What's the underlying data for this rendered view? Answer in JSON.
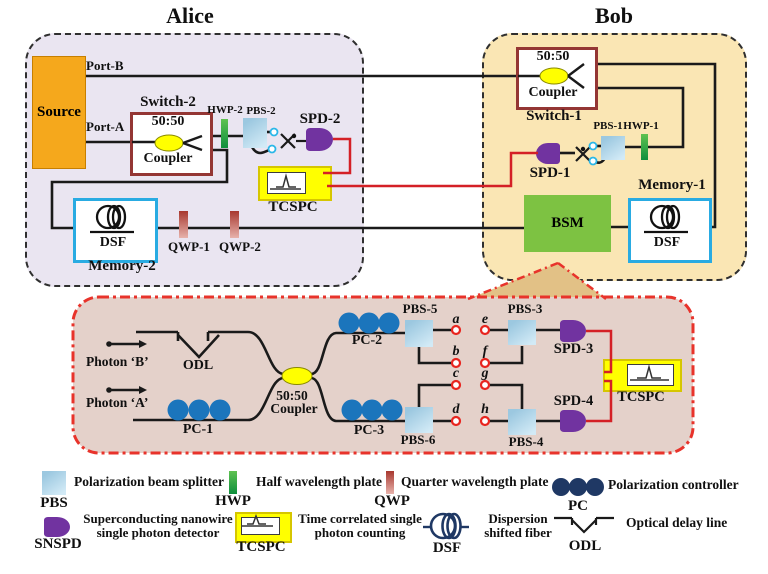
{
  "alice": {
    "title": "Alice",
    "source": "Source",
    "port_b": "Port-B",
    "port_a": "Port-A",
    "switch_label": "Switch-2",
    "coupler_ratio": "50:50",
    "coupler_label": "Coupler",
    "hwp": "HWP-2",
    "pbs": "PBS-2",
    "spd": "SPD-2",
    "tcspc": "TCSPC",
    "dsf": "DSF",
    "memory": "Memory-2",
    "qwp1": "QWP-1",
    "qwp2": "QWP-2"
  },
  "bob": {
    "title": "Bob",
    "switch_label": "Switch-1",
    "coupler_ratio": "50:50",
    "coupler_label": "Coupler",
    "pbs": "PBS-1",
    "hwp": "HWP-1",
    "spd": "SPD-1",
    "bsm": "BSM",
    "memory": "Memory-1",
    "dsf": "DSF"
  },
  "inset": {
    "photon_b": "Photon ‘B’",
    "photon_a": "Photon ‘A’",
    "odl": "ODL",
    "pc1": "PC-1",
    "pc2": "PC-2",
    "pc3": "PC-3",
    "coupler_ratio": "50:50",
    "coupler_label": "Coupler",
    "pbs5": "PBS-5",
    "pbs6": "PBS-6",
    "pbs3": "PBS-3",
    "pbs4": "PBS-4",
    "spd3": "SPD-3",
    "spd4": "SPD-4",
    "tcspc": "TCSPC",
    "ports": {
      "a": "a",
      "b": "b",
      "c": "c",
      "d": "d",
      "e": "e",
      "f": "f",
      "g": "g",
      "h": "h"
    }
  },
  "legend": {
    "items": [
      {
        "abbr": "PBS",
        "desc": "Polarization beam splitter"
      },
      {
        "abbr": "HWP",
        "desc": "Half wavelength plate"
      },
      {
        "abbr": "QWP",
        "desc": "Quarter wavelength plate"
      },
      {
        "abbr": "PC",
        "desc": "Polarization controller"
      },
      {
        "abbr": "SNSPD",
        "desc": "Superconducting nanowire single photon detector"
      },
      {
        "abbr": "TCSPC",
        "desc": "Time correlated single photon counting"
      },
      {
        "abbr": "DSF",
        "desc": "Dispersion shifted fiber"
      },
      {
        "abbr": "ODL",
        "desc": "Optical delay line"
      }
    ]
  },
  "colors": {
    "alice_bg": "#EAE5F1",
    "bob_bg": "#FAE6B4",
    "inset_bg": "#E4D1CA",
    "funnel": "#E2C186",
    "inset_border_red": "#E8332B",
    "wire_red": "#D42026",
    "source_orange": "#F5A81C",
    "coupler_border_maroon": "#943634",
    "tcspc_yellow": "#FFFF00",
    "pbs_blue": "#A9CFE3",
    "hwp_green": "#1E9E3E",
    "qwp_red": "#A8382F",
    "spd_purple": "#7133A0",
    "bsm_green": "#7DC242",
    "dsf_cyan": "#29ABE2",
    "pc_blue": "#1B75BC",
    "pc_navy": "#1F3864",
    "port_circle_red": "#E8251F",
    "port_circle_blue": "#2BB7E8"
  }
}
